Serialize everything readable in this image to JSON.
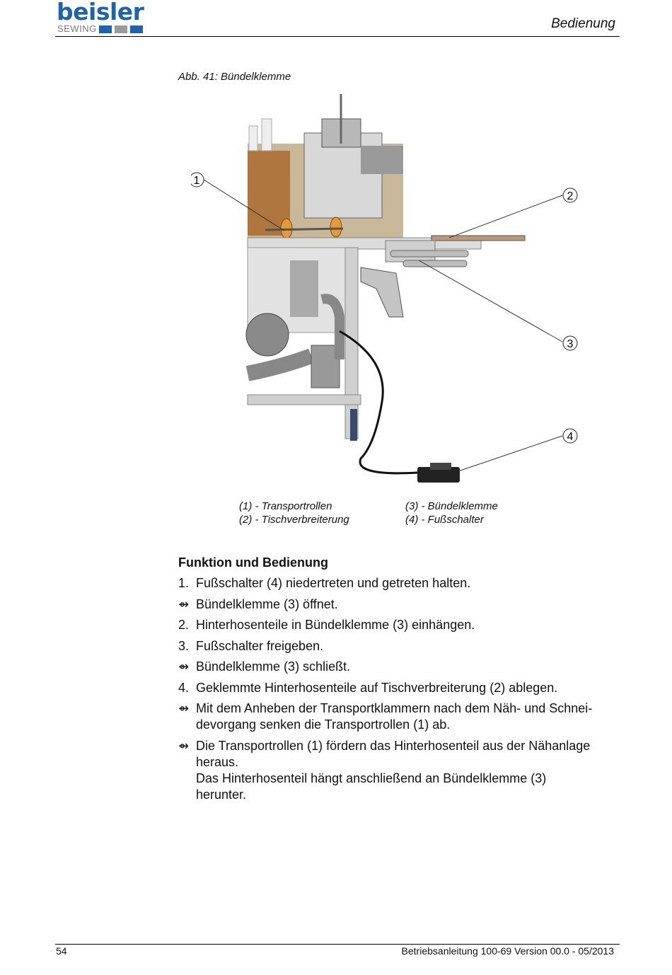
{
  "header": {
    "logo_main": "beisler",
    "logo_sub": "SEWING",
    "colors": {
      "brand_blue": "#1f63a8",
      "brand_grey": "#9a9a9a"
    },
    "section": "Bedienung"
  },
  "figure": {
    "caption": "Abb. 41: Bündelklemme",
    "callouts": [
      "1",
      "2",
      "3",
      "4"
    ],
    "legend": [
      "(1) - Transportrollen",
      "(2) - Tischverbreiterung",
      "(3) - Bündelklemme",
      "(4) - Fußschalter"
    ]
  },
  "content": {
    "title": "Funktion und Bedienung",
    "result_symbol": "⇴",
    "steps": [
      {
        "num": "1.",
        "lines": [
          "Fußschalter (4) niedertreten und getreten halten."
        ]
      },
      {
        "num": "⇴",
        "lines": [
          "Bündelklemme (3) öffnet."
        ]
      },
      {
        "num": "2.",
        "lines": [
          "Hinterhosenteile in Bündelklemme (3) einhängen."
        ]
      },
      {
        "num": "3.",
        "lines": [
          "Fußschalter freigeben."
        ]
      },
      {
        "num": "⇴",
        "lines": [
          "Bündelklemme (3) schließt."
        ]
      },
      {
        "num": "4.",
        "lines": [
          "Geklemmte Hinterhosenteile auf Tischverbreiterung (2) ablegen."
        ]
      },
      {
        "num": "⇴",
        "lines": [
          "Mit dem Anheben der Transportklammern nach dem Näh- und Schnei-",
          "devorgang senken die Transportrollen (1) ab."
        ]
      },
      {
        "num": "⇴",
        "lines": [
          "Die Transportrollen (1) fördern das Hinterhosenteil aus der Nähanlage",
          "heraus.",
          "Das Hinterhosenteil hängt anschließend an Bündelklemme (3)",
          "herunter."
        ]
      }
    ]
  },
  "footer": {
    "page": "54",
    "reference": "Betriebsanleitung 100-69 Version 00.0 - 05/2013"
  }
}
